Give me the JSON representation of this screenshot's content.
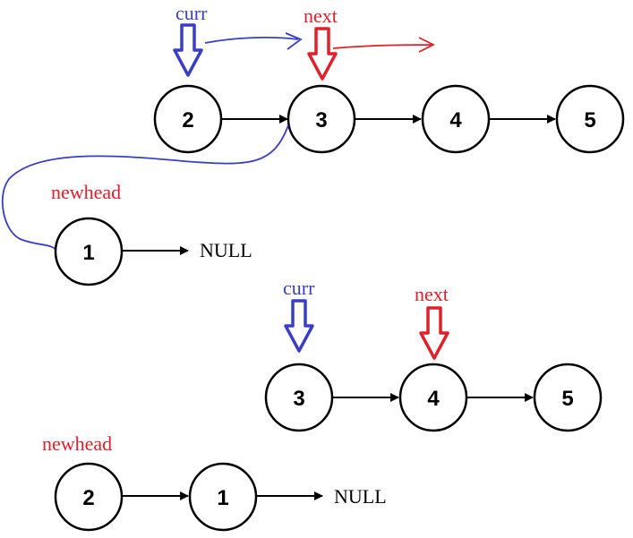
{
  "colors": {
    "curr": "#3a3ec4",
    "next": "#e0202a",
    "newhead": "#e0202a",
    "node": "#000000"
  },
  "labels": {
    "curr": "curr",
    "next": "next",
    "newhead": "newhead",
    "null": "NULL"
  },
  "step1": {
    "list": [
      "2",
      "3",
      "4",
      "5"
    ],
    "newhead_list": [
      "1"
    ]
  },
  "step2": {
    "list": [
      "3",
      "4",
      "5"
    ],
    "newhead_list": [
      "2",
      "1"
    ]
  }
}
